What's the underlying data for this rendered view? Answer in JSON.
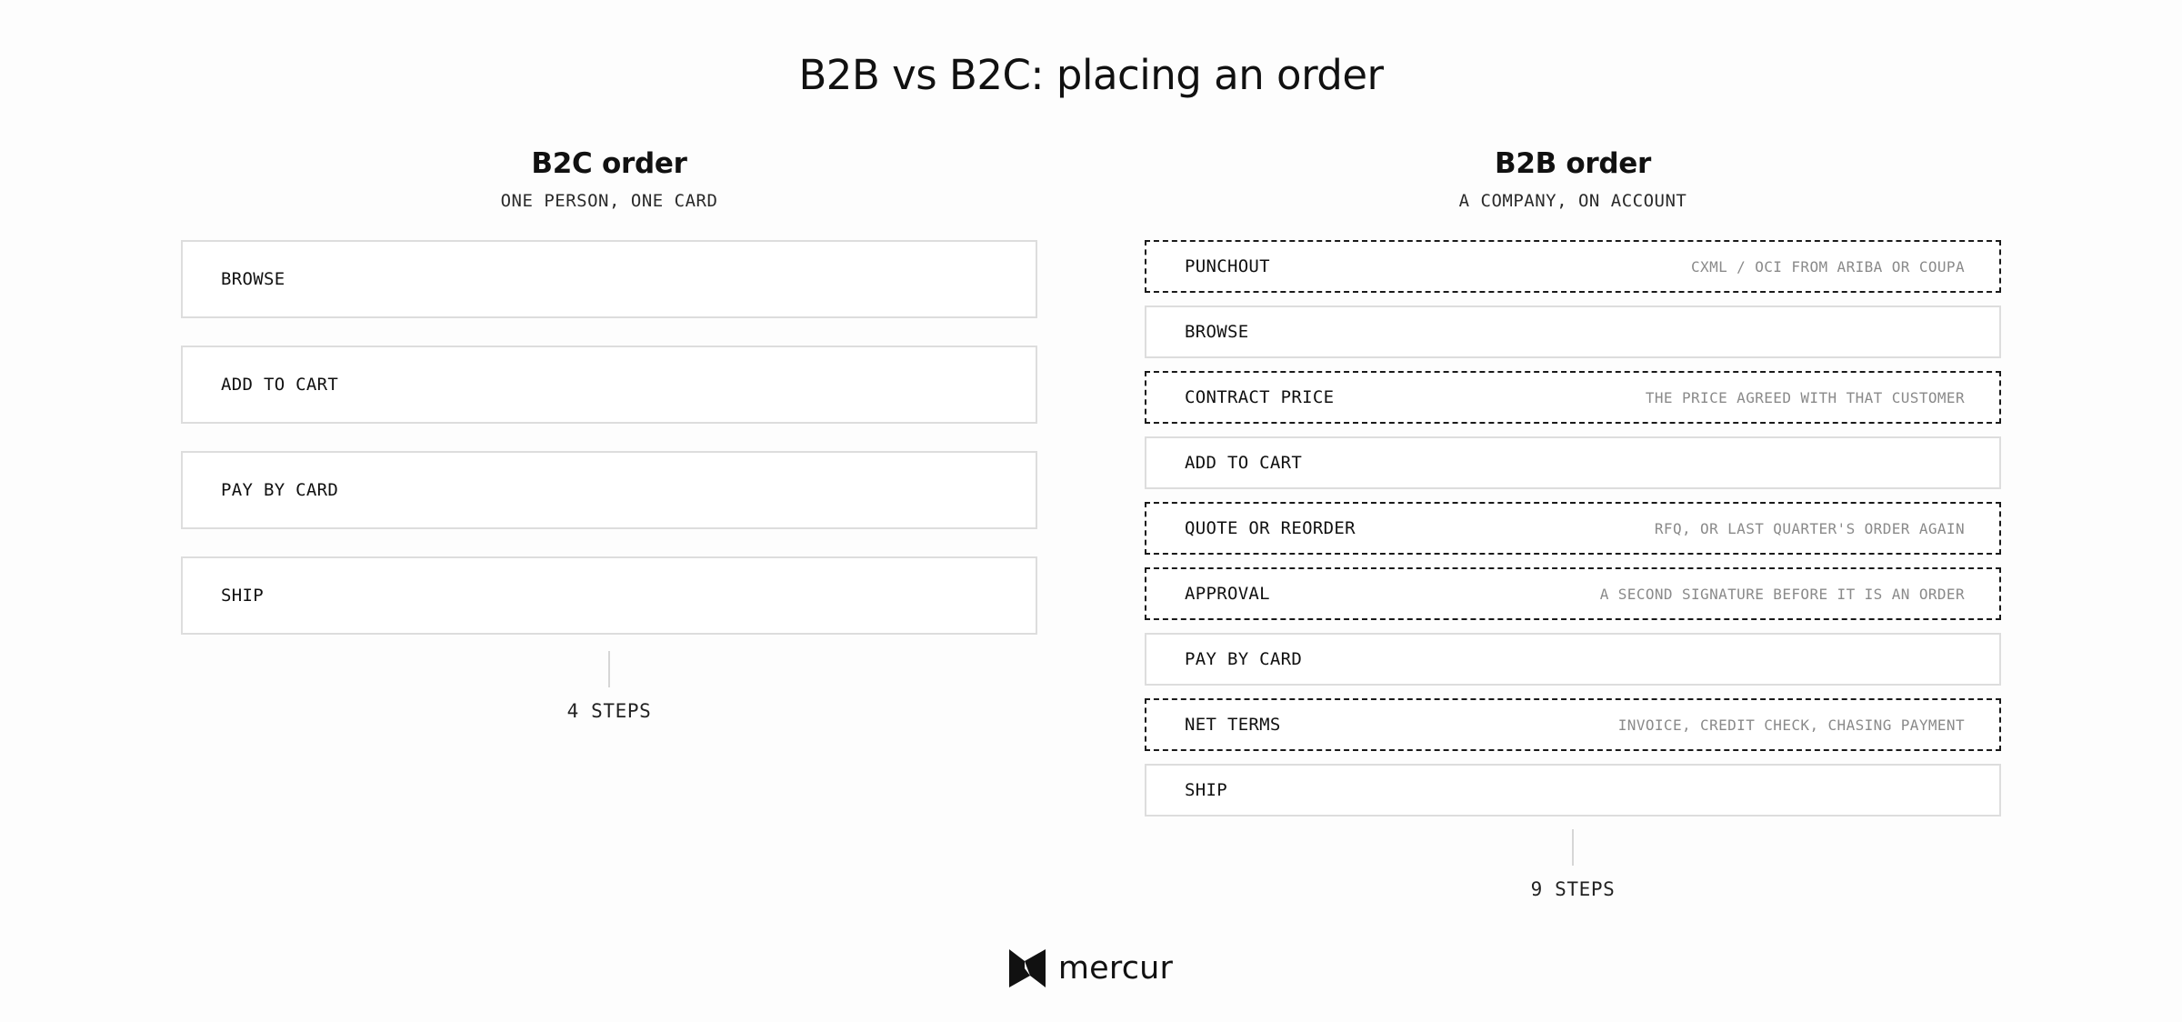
{
  "title": "B2B vs B2C: placing an order",
  "b2c": {
    "heading": "B2C order",
    "subtitle": "ONE PERSON, ONE CARD",
    "steps": [
      {
        "label": "BROWSE"
      },
      {
        "label": "ADD TO CART"
      },
      {
        "label": "PAY BY CARD"
      },
      {
        "label": "SHIP"
      }
    ],
    "count": "4 STEPS"
  },
  "b2b": {
    "heading": "B2B order",
    "subtitle": "A COMPANY, ON ACCOUNT",
    "steps": [
      {
        "label": "PUNCHOUT",
        "note": "CXML / OCI FROM ARIBA OR COUPA",
        "extra": true
      },
      {
        "label": "BROWSE",
        "note": "",
        "extra": false
      },
      {
        "label": "CONTRACT PRICE",
        "note": "THE PRICE AGREED WITH THAT CUSTOMER",
        "extra": true
      },
      {
        "label": "ADD TO CART",
        "note": "",
        "extra": false
      },
      {
        "label": "QUOTE OR REORDER",
        "note": "RFQ, OR LAST QUARTER'S ORDER AGAIN",
        "extra": true
      },
      {
        "label": "APPROVAL",
        "note": "A SECOND SIGNATURE BEFORE IT IS AN ORDER",
        "extra": true
      },
      {
        "label": "PAY BY CARD",
        "note": "",
        "extra": false
      },
      {
        "label": "NET TERMS",
        "note": "INVOICE, CREDIT CHECK, CHASING PAYMENT",
        "extra": true
      },
      {
        "label": "SHIP",
        "note": "",
        "extra": false
      }
    ],
    "count": "9 STEPS"
  },
  "logo": {
    "text": "mercur",
    "icon": "mercur-logo-icon"
  },
  "colors": {
    "background": "#fdfdfd",
    "text": "#111111",
    "box_border": "#dddddd",
    "extra_border": "#1a1a1a",
    "note_text": "#8a8a8a"
  }
}
